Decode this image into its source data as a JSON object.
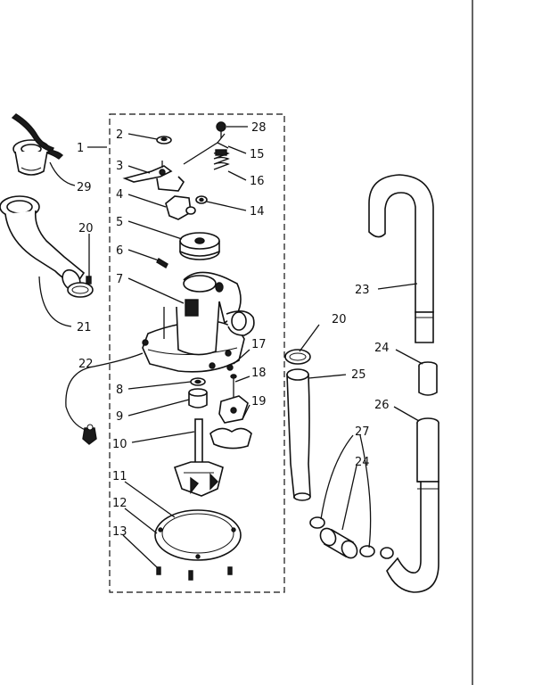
{
  "diagram": {
    "labels": {
      "l1": "1",
      "l2": "2",
      "l3": "3",
      "l4": "4",
      "l5": "5",
      "l6": "6",
      "l7": "7",
      "l8": "8",
      "l9": "9",
      "l10": "10",
      "l11": "11",
      "l12": "12",
      "l13": "13",
      "l14": "14",
      "l15": "15",
      "l16": "16",
      "l17": "17",
      "l18": "18",
      "l19": "19",
      "l20a": "20",
      "l20b": "20",
      "l21": "21",
      "l22": "22",
      "l23": "23",
      "l24a": "24",
      "l24b": "24",
      "l25": "25",
      "l26": "26",
      "l27": "27",
      "l28": "28",
      "l29": "29"
    }
  }
}
